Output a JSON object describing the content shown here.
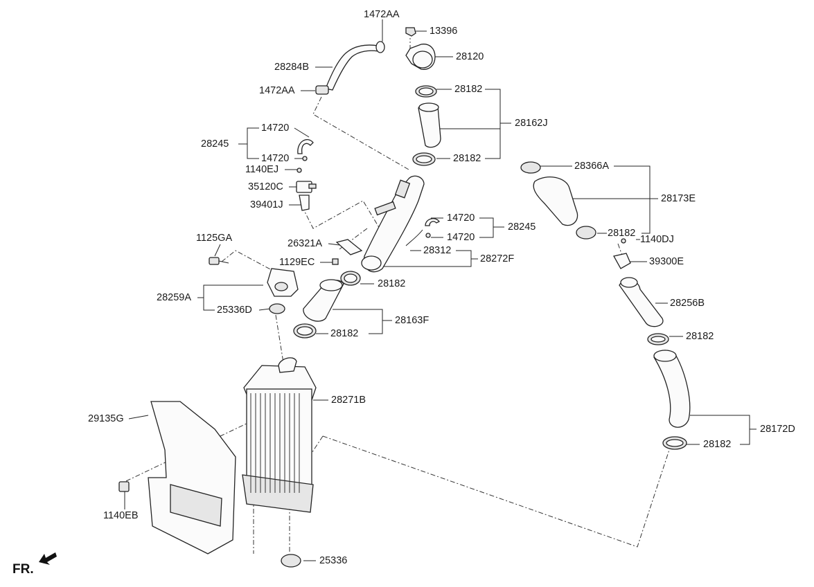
{
  "labels": {
    "p1472AA_top": "1472AA",
    "p13396": "13396",
    "p28120": "28120",
    "p28284B": "28284B",
    "p1472AA_left": "1472AA",
    "p28182_a": "28182",
    "p28162J": "28162J",
    "p14720_a": "14720",
    "p28245_left": "28245",
    "p14720_b": "14720",
    "p28182_b": "28182",
    "p1140EJ": "1140EJ",
    "p35120C": "35120C",
    "p39401J": "39401J",
    "p28366A": "28366A",
    "p28173E": "28173E",
    "p14720_c": "14720",
    "p28245_right": "28245",
    "p14720_d": "14720",
    "p28182_c": "28182",
    "p1140DJ": "1140DJ",
    "p1125GA": "1125GA",
    "p26321A": "26321A",
    "p28312": "28312",
    "p28272F": "28272F",
    "p1129EC": "1129EC",
    "p39300E": "39300E",
    "p28182_d": "28182",
    "p28259A": "28259A",
    "p28256B": "28256B",
    "p25336D": "25336D",
    "p28163F": "28163F",
    "p28182_e": "28182",
    "p28182_f": "28182",
    "p28271B": "28271B",
    "p29135G": "29135G",
    "p28172D": "28172D",
    "p28182_g": "28182",
    "p1140EB": "1140EB",
    "p25336": "25336"
  },
  "footer": {
    "fr": "FR."
  }
}
